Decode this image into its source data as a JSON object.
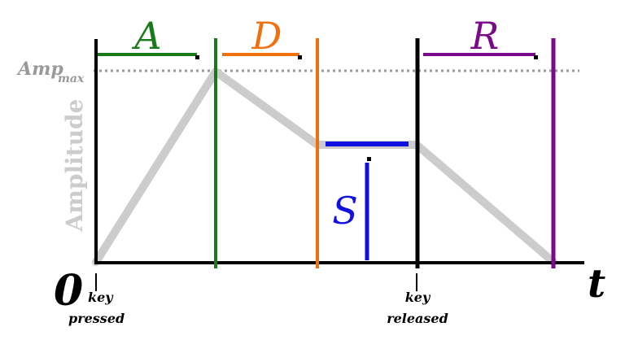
{
  "diagram": {
    "y_axis_label": "Amplitude",
    "amp_max": {
      "base": "Amp",
      "subscript": "max"
    },
    "origin_label": "0",
    "time_label": "t",
    "key_pressed": {
      "line1": "key",
      "line2": "pressed"
    },
    "key_released": {
      "line1": "key",
      "line2": "released"
    },
    "phases": {
      "attack": {
        "label": "A",
        "color": "#1a7a1a"
      },
      "decay": {
        "label": "D",
        "color": "#f07010"
      },
      "sustain": {
        "label": "S",
        "color": "#1010e0"
      },
      "release": {
        "label": "R",
        "color": "#7a0a8a"
      }
    },
    "envelope_color": "#cccccc",
    "axis_color": "#000000"
  }
}
